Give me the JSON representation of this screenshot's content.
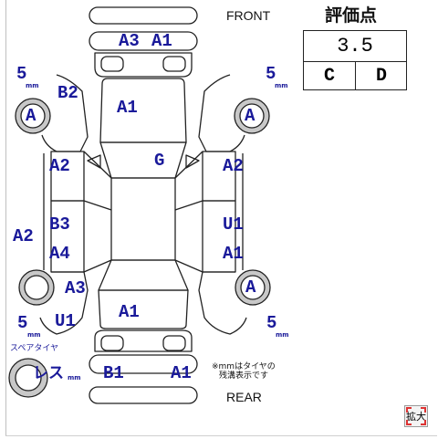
{
  "header": {
    "front_label": "FRONT",
    "rear_label": "REAR",
    "score_title": "評価点"
  },
  "score": {
    "overall": "3.5",
    "interior": "C",
    "exterior": "D"
  },
  "tires": {
    "front_left_depth": "5",
    "front_right_depth": "5",
    "rear_left_depth": "5",
    "rear_right_depth": "5",
    "unit": "mm",
    "front_left_grade": "A",
    "front_right_grade": "A",
    "rear_left_grade": "",
    "rear_right_grade": "A",
    "spare_label": "スペアタイヤ",
    "spare_value": "レス",
    "spare_unit": "mm"
  },
  "damage": {
    "front_bumper_left": "A3",
    "front_bumper_right": "A1",
    "front_left_corner": "B2",
    "hood": "A1",
    "roof": "G",
    "left_front_door": "A2",
    "right_front_door": "A2",
    "left_side_panel": "A2",
    "left_rear_door_upper": "B3",
    "left_rear_door_lower": "A4",
    "right_rear_door_upper": "U1",
    "right_rear_door_lower": "A1",
    "left_rear_fender": "A3",
    "left_rear_quarter": "U1",
    "trunk": "A1",
    "rear_bumper_left": "B1",
    "rear_bumper_right": "A1"
  },
  "note": {
    "line1": "※mmはタイヤの",
    "line2": "残溝表示です"
  },
  "zoom_button": "拡大",
  "colors": {
    "annotation": "#1a1a9a",
    "outline": "#222222",
    "tire_fill": "#c8c8c8",
    "zoom_corner": "#dd3333"
  }
}
